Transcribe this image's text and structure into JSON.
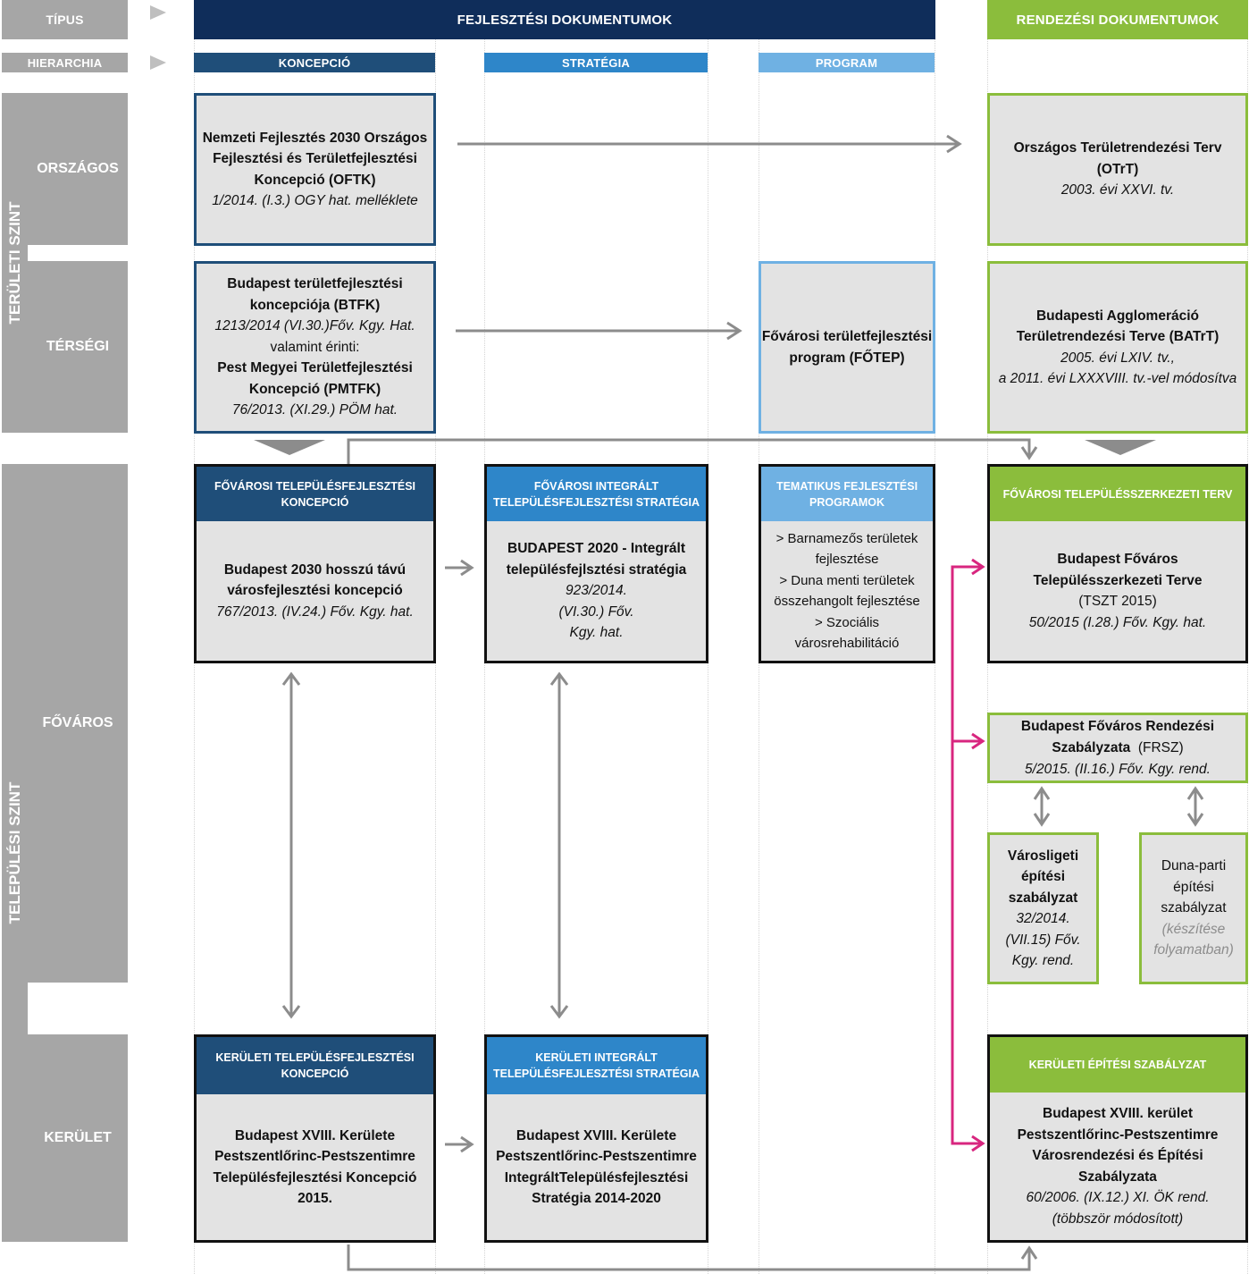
{
  "header": {
    "tipus_label": "TÍPUS",
    "hierarchia_label": "HIERARCHIA",
    "fejlesztesi": "FEJLESZTÉSI DOKUMENTUMOK",
    "rendezesi": "RENDEZÉSI DOKUMENTUMOK",
    "koncepcio": "KONCEPCIÓ",
    "strategia": "STRATÉGIA",
    "program": "PROGRAM"
  },
  "levels": {
    "teruleti": "TERÜLETI SZINT",
    "telepulesi": "TELEPÜLÉSI SZINT",
    "orszagos": "ORSZÁGOS",
    "tersegi": "TÉRSÉGI",
    "fovaros": "FŐVÁROS",
    "kerulet": "KERÜLET"
  },
  "colors": {
    "navy": "#0f2d5a",
    "koncepcio": "#1f4e79",
    "strategia": "#2e86c9",
    "program": "#6fb1e3",
    "green": "#8bbd3c",
    "pink": "#d8267f",
    "arrow": "#8c8c8c"
  },
  "boxes": {
    "oftk": {
      "title": "Nemzeti Fejlesztés 2030   Országos Fejlesztési és Területfejlesztési Koncepció   (OFTK)",
      "ref": "1/2014. (I.3.) OGY hat. melléklete"
    },
    "otrt": {
      "title": "Országos Területrendezési Terv (OTrT)",
      "ref": "2003. évi XXVI. tv."
    },
    "btfk": {
      "title1": "Budapest területfejlesztési koncepciója (BTFK)",
      "ref1": "1213/2014 (VI.30.)Főv. Kgy. Hat.",
      "mid": "valamint érinti:",
      "title2": "Pest Megyei Területfejlesztési Koncepció (PMTFK)",
      "ref2": "76/2013. (XI.29.) PÖM hat."
    },
    "fotep": {
      "title": "Fővárosi területfejlesztési program (FŐTEP)"
    },
    "batrt": {
      "title": "Budapesti Agglomeráció Területrendezési Terve (BATrT)",
      "ref1": "2005. évi LXIV. tv.,",
      "ref2": "a 2011. évi LXXXVIII. tv.-vel módosítva"
    },
    "frsz": {
      "title": "Budapest Főváros Rendezési Szabályzata",
      "abbr": "(FRSZ)",
      "ref": "5/2015. (II.16.) Főv. Kgy. rend."
    },
    "varosligeti": {
      "title": "Városligeti építési szabályzat",
      "ref": "32/2014. (VII.15) Főv. Kgy. rend."
    },
    "dunaparti": {
      "title": "Duna-parti építési szabályzat",
      "note": "(készítése folyamatban)"
    }
  },
  "cards": {
    "ftk": {
      "head": "FŐVÁROSI TELEPÜLÉSFEJLESZTÉSI KONCEPCIÓ",
      "title": "Budapest 2030 hosszú távú városfejlesztési koncepció",
      "ref": "767/2013. (IV.24.) Főv. Kgy. hat."
    },
    "fits": {
      "head": "FŐVÁROSI INTEGRÁLT TELEPÜLÉSFEJLESZTÉSI STRATÉGIA",
      "title": "BUDAPEST 2020 - Integrált településfejlsztési stratégia",
      "ref": "923/2014. (VI.30.) Főv. Kgy. hat."
    },
    "tematikus": {
      "head": "TEMATIKUS FEJLESZTÉSI PROGRAMOK",
      "items": [
        "> Barnamezős területek fejlesztése",
        "> Duna menti területek összehangolt fejlesztése",
        "> Szociális városrehabilitáció"
      ]
    },
    "tszt": {
      "head": "FŐVÁROSI TELEPÜLÉSSZERKEZETI TERV",
      "title": "Budapest Főváros Településszerkezeti Terve",
      "abbr": "(TSZT 2015)",
      "ref": "50/2015 (I.28.) Főv. Kgy. hat."
    },
    "ktk": {
      "head": "KERÜLETI TELEPÜLÉSFEJLESZTÉSI KONCEPCIÓ",
      "title": "Budapest XVIII. Kerülete Pestszentlőrinc-Pestszentimre Településfejlesztési Koncepció 2015."
    },
    "kits": {
      "head": "KERÜLETI INTEGRÁLT TELEPÜLÉSFEJLESZTÉSI STRATÉGIA",
      "title": "Budapest XVIII. Kerülete Pestszentlőrinc-Pestszentimre IntegráltTelepülésfejlesztési Stratégia 2014-2020"
    },
    "kesz": {
      "head": "KERÜLETI ÉPÍTÉSI SZABÁLYZAT",
      "title": "Budapest XVIII. kerület Pestszentlőrinc-Pestszentimre Városrendezési és Építési Szabályzata",
      "ref": "60/2006. (IX.12.) XI. ÖK rend.",
      "note": "(többször módosított)"
    }
  }
}
